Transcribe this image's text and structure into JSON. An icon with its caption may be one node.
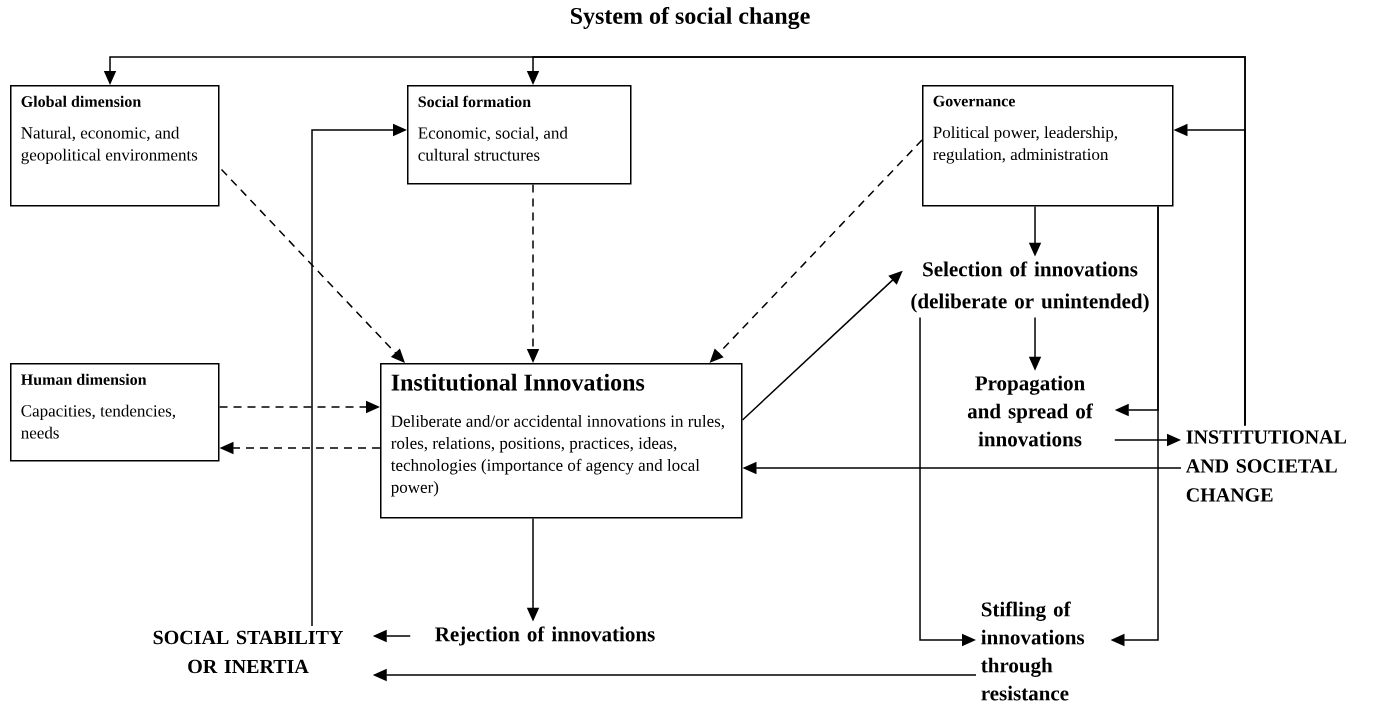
{
  "diagram": {
    "title": "System of social change",
    "nodes": [
      {
        "text": [
          "Global dimension",
          "Natural, economic, and geopolitical environments"
        ]
      },
      {
        "text": [
          "Social formation",
          "Economic, social, and cultural structures"
        ]
      },
      {
        "text": [
          "Governance",
          "Political power, leadership, regulation, administration"
        ]
      },
      {
        "text": [
          "Human dimension",
          "Capacities, tendencies, needs"
        ]
      },
      {
        "text": [
          "Institutional Innovations",
          "Deliberate and/or accidental innovations in rules, roles, relations, positions, practices, ideas, technologies (importance of agency and local power)"
        ]
      },
      {
        "text": [
          "Selection of innovations (deliberate or unintended)"
        ]
      },
      {
        "text": [
          "Propagation and spread of innovations"
        ]
      },
      {
        "text": [
          "INSTITUTIONAL AND SOCIETAL CHANGE"
        ]
      },
      {
        "text": [
          "Rejection of innovations"
        ]
      },
      {
        "text": [
          "SOCIAL STABILITY OR INERTIA"
        ]
      },
      {
        "text": [
          "Stifling of innovations through resistance"
        ]
      }
    ],
    "edges": [
      {
        "from": 0,
        "to": 4,
        "arrow": "to",
        "style": "dashed"
      },
      {
        "from": 1,
        "to": 4,
        "arrow": "to",
        "style": "dashed"
      },
      {
        "from": 2,
        "to": 4,
        "arrow": "to",
        "style": "dashed"
      },
      {
        "from": 3,
        "to": 4,
        "arrow": "to",
        "style": "dashed"
      },
      {
        "from": 4,
        "to": 3,
        "arrow": "to",
        "style": "dashed"
      },
      {
        "from": 4,
        "to": 5,
        "arrow": "to"
      },
      {
        "from": 2,
        "to": 5,
        "arrow": "to"
      },
      {
        "from": 5,
        "to": 6,
        "arrow": "to"
      },
      {
        "from": 6,
        "to": 7,
        "arrow": "to"
      },
      {
        "from": 7,
        "to": 4,
        "arrow": "to"
      },
      {
        "from": 7,
        "to": 0,
        "arrow": "to"
      },
      {
        "from": 7,
        "to": 1,
        "arrow": "to"
      },
      {
        "from": 7,
        "to": 2,
        "arrow": "to"
      },
      {
        "from": 2,
        "to": 6,
        "arrow": "to"
      },
      {
        "from": 2,
        "to": 10,
        "arrow": "to"
      },
      {
        "from": 5,
        "to": 10,
        "arrow": "to"
      },
      {
        "from": 4,
        "to": 8,
        "arrow": "to"
      },
      {
        "from": 8,
        "to": 9,
        "arrow": "to"
      },
      {
        "from": 10,
        "to": 9,
        "arrow": "to"
      },
      {
        "from": 9,
        "to": 1,
        "arrow": "to"
      }
    ]
  }
}
